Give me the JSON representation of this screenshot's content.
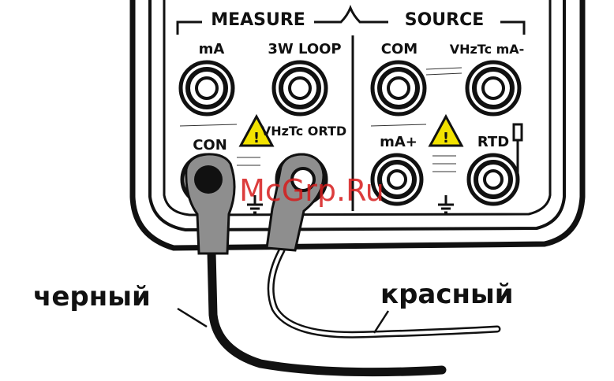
{
  "panel": {
    "measure_label": "MEASURE",
    "source_label": "SOURCE"
  },
  "terminals": {
    "ma": "mA",
    "loop": "3W LOOP",
    "com_src": "COM",
    "vhztc_src": "VHzTc mA-",
    "con": "CON",
    "vhztc_rtd": "VHzTc ORTD",
    "ma_plus": "mA+",
    "rtd_src": "RTD"
  },
  "wires": {
    "black": "черный",
    "red": "красный"
  },
  "watermark": "McGrp.Ru",
  "colors": {
    "ink": "#111111",
    "warning_fill": "#f2e200",
    "watermark": "#d61c1c"
  }
}
